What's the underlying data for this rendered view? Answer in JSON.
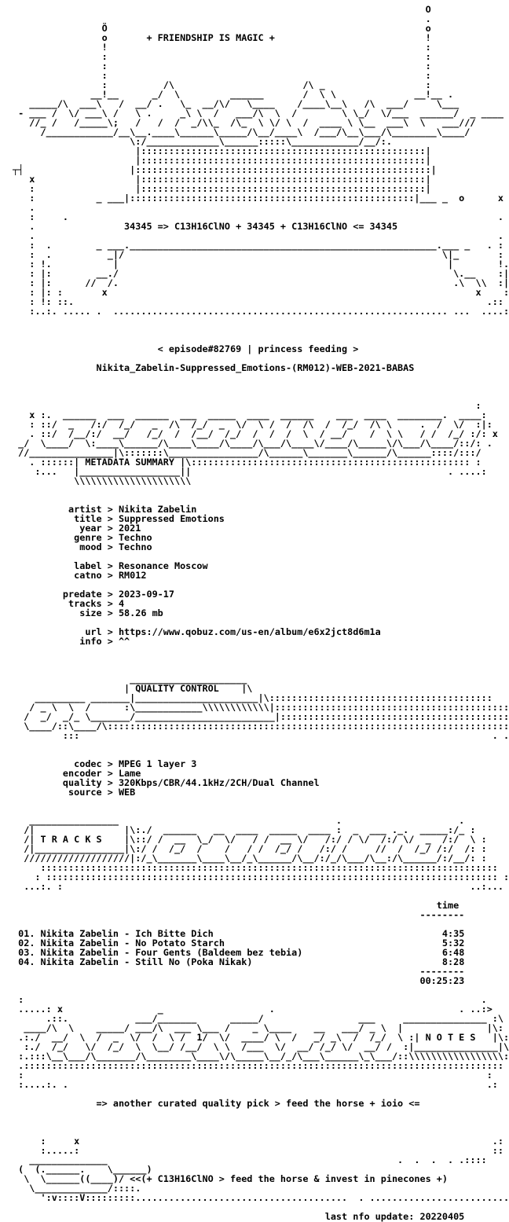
{
  "nfo_lines": [
    "                                                                          O",
    "                                                                          .",
    "                Ö                                                         o",
    "                o       + FRIENDSHIP IS MAGIC +                           !",
    "                !                                                         :",
    "                :                                                         :",
    "                :                                                         :",
    "                :                                                         :",
    "                :          /\\                       /\\ _                  :",
    "              __!__      _/  \\         ______       /  \\ \\              __!__ .",
    "   _____/\\  ___\\   /  __/ .   \\_  __/\\/   \\____    /____\\__\\   /\\  ___/     \\___",
    " - ___ /  \\/ ___\\ /   \\ .     _\\ \\  /   ___/\\  \\  /        \\ \\_/  \\/___  ______/  _ ____ -",
    "   //_ /   /_____\\;   /   /  /  _/\\\\_  /\\_  \\ \\/ \\  /  ____ \\ \\__  ___\\  \\   ___/// ",
    "     /____________/__\\__.____\\______\\_____/\\__/____\\  /___/\\__\\___/\\________\\____/",
    "                     \\:/_____________\\______:::::\\____________/__/:.",
    "                      |:::::::::::::::::::::::::::::::::::::::::::::::::::|",
    "                      |:::::::::::::::::::::::::::::::::::::::::::::::::::|",
    "┬┤                   |:::::::::::::::::::::::::::::::::::::::::::::::::::::|",
    "   x                  |:::::::::::::::::::::::::::::::::::::::::::::::::::|               .",
    "   :                  |:::::::::::::::::::::::::::::::::::::::::::::::::::|",
    "   :           _ ___|:::::::::::::::::::::::::::::::::::::::::::::::::::|___ _  o      x",
    "   .",
    "   :     .                                                                             .",
    "   .                34345 => C13H16ClNO + 34345 + C13H16ClNO <= 34345",
    "   .                                                                                   .",
    "   :  .        _ ___._______________________________________________________.___ _   . :",
    "   :  .          _|/                                                         \\|_       : :",
    "   : !.           |                                                           |        !.:",
    "   : |:        __./                                                            \\.__    :|:",
    "   : |:      //  /.                                                            .\\  \\\\  :|:",
    "   : |: :       x                                                                  x    : :x:",
    "   : !: ::.                                                                          .:: !:",
    "   :..:. ..... .  ............................................................ ...  ....:"
  ],
  "episode_line": "< episode#82769 | princess feeding >",
  "release_name": "Nikita_Zabelin-Suppressed_Emotions-(RM012)-WEB-2021-BABAS",
  "metadata_header_lines": [
    "                                                                                   :",
    "   x :.  ______  ___  ______  ___  _____  ____  ______    ___  ____  ________.  ____:",
    "   : ::/  _   /:/  /_/   _  /\\  /_/  _  \\/  \\ /  /  /\\  /  /_/  /\\ \\     .  /  \\/  :|:",
    "   . ::/  /__/:/  __/   /_/  /  /__/  /_/  /  /  /  \\  / __/    /  \\ \\   / /  /_/ :/: x",
    " _/  \\____/  \\:____\\______/\\____\\____/\\____/\\___/\\____\\/____/\\_____\\/\\___/\\____/::/: .",
    " //_______________|\\:::::::\\________________/\\______\\_______\\______/\\______::::/:::/  ",
    "   . ::::::| METADATA SUMMARY |\\:::::::::::::::::::::::::::::::::::::::::::::::::: :",
    "    :...   |__________________||                                              . ....:",
    "           \\\\\\\\\\\\\\\\\\\\\\\\\\\\\\\\\\\\\\\\\\"
  ],
  "metadata": [
    {
      "label": "artist",
      "value": "Nikita Zabelin"
    },
    {
      "label": "title",
      "value": "Suppressed Emotions"
    },
    {
      "label": "year",
      "value": "2021"
    },
    {
      "label": "genre",
      "value": "Techno"
    },
    {
      "label": "mood",
      "value": "Techno"
    },
    {
      "label": "",
      "value": ""
    },
    {
      "label": "label",
      "value": "Resonance Moscow"
    },
    {
      "label": "catno",
      "value": "RM012"
    },
    {
      "label": "",
      "value": ""
    },
    {
      "label": "predate",
      "value": "2023-09-17"
    },
    {
      "label": "tracks",
      "value": "4"
    },
    {
      "label": "size",
      "value": "58.26 mb"
    },
    {
      "label": "",
      "value": ""
    },
    {
      "label": "url",
      "value": "https://www.qobuz.com/us-en/album/e6x2jct8d6m1a"
    },
    {
      "label": "info",
      "value": "^^"
    }
  ],
  "quality_header_lines": [
    "                     _____________________",
    "                    | QUALITY CONTROL    |\\",
    "    _________ _______|______________________|\\::::::::::::::::::::::::::::::::::::::::",
    "   / _ \\  \\  /      :\\____________\\\\\\\\\\\\\\\\\\\\\\\\|:::::::::::::::::::::::::::::::::::::::::::: .",
    "  /  _/  _/_ \\_______/_________________________|:::::::::::::::::::::::::::::::::::::::::: :",
    "  \\____/::\\____/\\::::::::::::::::::::::::::::::::::::::::::::::::::::::::::::::::::::::::: :",
    "         :::                                                                          . ..:"
  ],
  "quality": [
    {
      "label": "codec",
      "value": "MPEG 1 layer 3"
    },
    {
      "label": "encoder",
      "value": "Lame"
    },
    {
      "label": "quality",
      "value": "320Kbps/CBR/44.1kHz/2CH/Dual Channel"
    },
    {
      "label": "source",
      "value": "WEB"
    }
  ],
  "tracks_header_lines": [
    "   ________________                                       .                     .",
    "  /|                |\\:./  ______   __  ____  _____  ____ :  _  ___ ._.  _____:/_ :",
    "  /| T R A C K S    |\\::/ /  __  \\_/  \\/   / /  __ \\/   /:/ / \\/  /:/ \\/  _  /:/  \\ :",
    "  /|________________|\\:/ /  /_/  /    /   / /  /_/ /   /:/ /     //  /  /_/ /:/  /: :",
    "  ///////////////////|:/_\\_______\\____\\__/_\\______/\\__/:/_/\\___/\\__:/\\______/:/__/: :",
    "     ::::::::::::::::::::::::::::::::::::::::::::::::::::::::::::::::::::::::::::::::::",
    "    : ::::::::::::::::::::::::::::::::::::::::::::::::::::::::::::::::::::::::::::::::: :",
    "  ...:. :                                                                         ..:..."
  ],
  "tracks_time_header": "time",
  "tracks_rule": "--------",
  "tracks": [
    {
      "num": "01.",
      "artist": "Nikita Zabelin",
      "title": "Ich Bitte Dich",
      "time": "4:35"
    },
    {
      "num": "02.",
      "artist": "Nikita Zabelin",
      "title": "No Potato Starch",
      "time": "5:32"
    },
    {
      "num": "03.",
      "artist": "Nikita Zabelin",
      "title": "Four Gents (Baldeem bez tebia)",
      "time": "6:48"
    },
    {
      "num": "04.",
      "artist": "Nikita Zabelin",
      "title": "Still No (Poka Nikak)",
      "time": "8:28"
    }
  ],
  "tracks_total": "00:25:23",
  "notes_header_lines": [
    " :                                                                                  .",
    " .....: x                 _                   .                                 . ..:>",
    "      .::.            ___/_______      _____/                 ___     _______________ :\\",
    "  ____/\\  \\    _____/ ___/\\  ___ \\___ /    _ \\____    __   ___/ _ \\  |               |\\:",
    " .:./  __/  \\  /  _  \\/  /  \\ /  1/  \\/  ____/ \\  /   _/ _\\  /  /_/  \\ :| N O T E S   |\\:",
    "  :./  /_/   \\/  /_/  \\  \\__/ /__/  \\ \\  /___  \\/  __/ /_/ \\/  __/ /  :|_______________|\\:",
    " :.:::\\__\\___/\\_______/\\________\\____\\/\\_____\\__/_/\\___\\______\\_\\___/::\\\\\\\\\\\\\\\\\\\\\\\\\\\\\\\\\\:.",
    " .::::::::::::::::::::::::::::::::::::::::::::::::::::::::::::::::::::::::::::::::::::::",
    " :                                                                                   :",
    " :....:. .                                                                           .:"
  ],
  "notes_line": "=> another curated quality pick > feed the horse + ioio <=",
  "footer_art_lines": [
    "     :     x                                                                          .:",
    "     :.....:                                                                          ::",
    "   ______________                                                    .  .  .  . .::::",
    " (  (.______.    \\______)",
    "  \\  \\______((____)/ <<(+ C13H16ClNO > feed the horse & invest in pinecones +)",
    "   \\_____________/::::.",
    "     ':v::::V:::::::::......................................  . ..........................:"
  ],
  "last_update": "last nfo update: 20220405"
}
